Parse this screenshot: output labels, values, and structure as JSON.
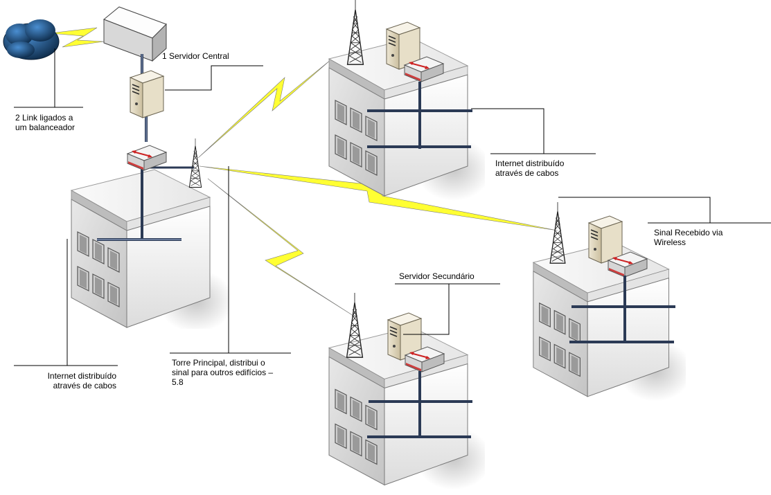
{
  "labels": {
    "central_server": "1 Servidor Central",
    "two_links": [
      "2 Link ligados a",
      "um balanceador"
    ],
    "internet_cabled_main": [
      "Internet distribuído",
      "através de cabos"
    ],
    "main_tower": [
      "Torre Principal, distribui o",
      "sinal para outros edifícios –",
      "5.8"
    ],
    "internet_cabled_top": [
      "Internet distribuído",
      "através de cabos"
    ],
    "wireless_received": [
      "Sinal Recebido via",
      "Wireless"
    ],
    "secondary_server": "Servidor Secundário"
  },
  "colors": {
    "wireless_bolt": "#ffff33",
    "cloud": "#1e4f7f",
    "router_accent": "#cc2222",
    "cable": "#2b3a55",
    "building_wall": "#d9d9d9",
    "building_roof": "#f0f0f0"
  }
}
